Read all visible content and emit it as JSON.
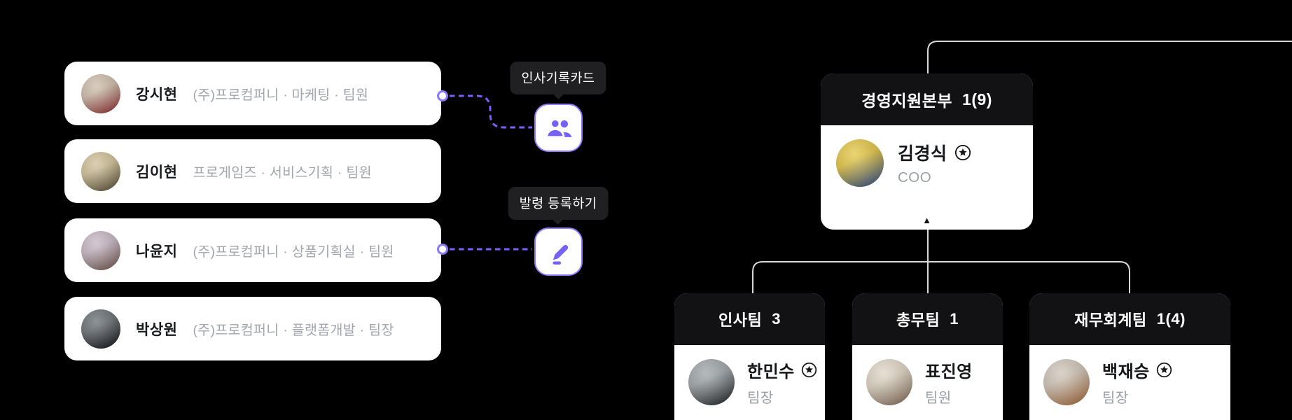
{
  "theme": {
    "background": "#000000",
    "card_bg": "#ffffff",
    "accent_purple": "#7462f5",
    "dash_line": "#7c5ffa",
    "button_border": "#8f7dff",
    "tooltip_bg": "#202023",
    "org_header_bg": "#121214",
    "org_line": "#d8d8d8",
    "name_text": "#17191c",
    "muted_text": "#a2a5ab"
  },
  "people_list": {
    "items": [
      {
        "name": "강시현",
        "affiliation": "(주)프로컴퍼니 · 마케팅 · 팀원",
        "avatar_colors": [
          "#cbb9a7",
          "#9c3334"
        ]
      },
      {
        "name": "김이현",
        "affiliation": "프로게임즈 · 서비스기획 · 팀원",
        "avatar_colors": [
          "#cdbd92",
          "#5f5440"
        ]
      },
      {
        "name": "나윤지",
        "affiliation": "(주)프로컴퍼니 · 상품기획실 · 팀원",
        "avatar_colors": [
          "#c4b3c0",
          "#7a5f55"
        ]
      },
      {
        "name": "박상원",
        "affiliation": "(주)프로컴퍼니 · 플랫폼개발 · 팀장",
        "avatar_colors": [
          "#62686e",
          "#1b1d1f"
        ]
      }
    ]
  },
  "actions": {
    "hr_card": {
      "tooltip": "인사기록카드",
      "icon": "people-icon"
    },
    "appointment": {
      "tooltip": "발령 등록하기",
      "icon": "edit-pen-icon"
    }
  },
  "org_chart": {
    "root": {
      "department": "경영지원본부",
      "count": "1(9)",
      "member": {
        "name": "김경식",
        "leader": true,
        "role": "COO",
        "avatar_colors": [
          "#e2c23c",
          "#30549c"
        ]
      },
      "collapse_icon": "▲"
    },
    "teams": [
      {
        "department": "인사팀",
        "count": "3",
        "member": {
          "name": "한민수",
          "leader": true,
          "role": "팀장",
          "avatar_colors": [
            "#9aa0a4",
            "#26282b"
          ]
        }
      },
      {
        "department": "총무팀",
        "count": "1",
        "member": {
          "name": "표진영",
          "leader": false,
          "role": "팀원",
          "avatar_colors": [
            "#ded3c2",
            "#8d7663"
          ]
        }
      },
      {
        "department": "재무회계팀",
        "count": "1(4)",
        "member": {
          "name": "백재승",
          "leader": true,
          "role": "팀장",
          "avatar_colors": [
            "#cdc2b4",
            "#b4713f"
          ]
        }
      }
    ]
  }
}
